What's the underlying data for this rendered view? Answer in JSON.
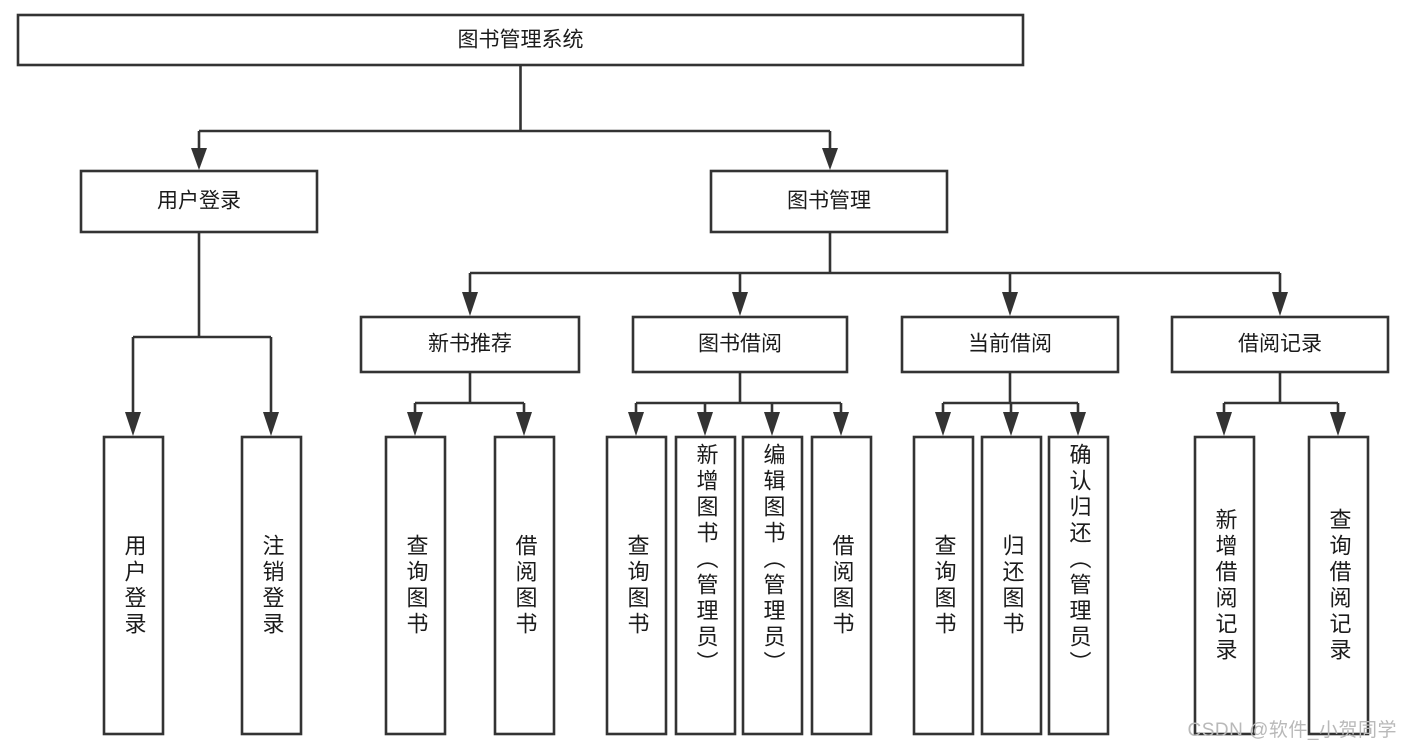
{
  "diagram": {
    "title": "图书管理系统",
    "type": "tree",
    "watermark": "CSDN @软件_小贺同学",
    "colors": {
      "stroke": "#333333",
      "box_fill": "#ffffff",
      "text": "#1b1b1b",
      "watermark": "#b9b9b9",
      "background": "#ffffff"
    },
    "nodes": {
      "root": {
        "label": "图书管理系统",
        "level": 1,
        "orientation": "horizontal"
      },
      "l2": [
        {
          "id": "user-login",
          "label": "用户登录",
          "level": 2,
          "orientation": "horizontal"
        },
        {
          "id": "book-manage",
          "label": "图书管理",
          "level": 2,
          "orientation": "horizontal"
        }
      ],
      "l3": [
        {
          "id": "new-book-recommend",
          "label": "新书推荐",
          "level": 3,
          "orientation": "horizontal",
          "parent": "book-manage"
        },
        {
          "id": "book-borrow",
          "label": "图书借阅",
          "level": 3,
          "orientation": "horizontal",
          "parent": "book-manage"
        },
        {
          "id": "current-borrow",
          "label": "当前借阅",
          "level": 3,
          "orientation": "horizontal",
          "parent": "book-manage"
        },
        {
          "id": "borrow-record",
          "label": "借阅记录",
          "level": 3,
          "orientation": "horizontal",
          "parent": "book-manage"
        }
      ],
      "leaves": [
        {
          "id": "leaf-user-login",
          "label": "用户登录",
          "parent": "user-login",
          "orientation": "vertical",
          "align": "center"
        },
        {
          "id": "leaf-logout-login",
          "label": "注销登录",
          "parent": "user-login",
          "orientation": "vertical",
          "align": "center"
        },
        {
          "id": "leaf-query-book-1",
          "label": "查询图书",
          "parent": "new-book-recommend",
          "orientation": "vertical",
          "align": "center"
        },
        {
          "id": "leaf-borrow-book-1",
          "label": "借阅图书",
          "parent": "new-book-recommend",
          "orientation": "vertical",
          "align": "center"
        },
        {
          "id": "leaf-query-book-2",
          "label": "查询图书",
          "parent": "book-borrow",
          "orientation": "vertical",
          "align": "center"
        },
        {
          "id": "leaf-add-book-admin",
          "label": "新增图书（管理员）",
          "parent": "book-borrow",
          "orientation": "vertical",
          "align": "start"
        },
        {
          "id": "leaf-edit-book-admin",
          "label": "编辑图书（管理员）",
          "parent": "book-borrow",
          "orientation": "vertical",
          "align": "start"
        },
        {
          "id": "leaf-borrow-book-2",
          "label": "借阅图书",
          "parent": "book-borrow",
          "orientation": "vertical",
          "align": "center"
        },
        {
          "id": "leaf-query-book-3",
          "label": "查询图书",
          "parent": "current-borrow",
          "orientation": "vertical",
          "align": "center"
        },
        {
          "id": "leaf-return-book",
          "label": "归还图书",
          "parent": "current-borrow",
          "orientation": "vertical",
          "align": "center"
        },
        {
          "id": "leaf-confirm-return-admin",
          "label": "确认归还（管理员）",
          "parent": "current-borrow",
          "orientation": "vertical",
          "align": "start"
        },
        {
          "id": "leaf-add-borrow-record",
          "label": "新增借阅记录",
          "parent": "borrow-record",
          "orientation": "vertical",
          "align": "center"
        },
        {
          "id": "leaf-query-borrow-record",
          "label": "查询借阅记录",
          "parent": "borrow-record",
          "orientation": "vertical",
          "align": "center"
        }
      ]
    }
  }
}
